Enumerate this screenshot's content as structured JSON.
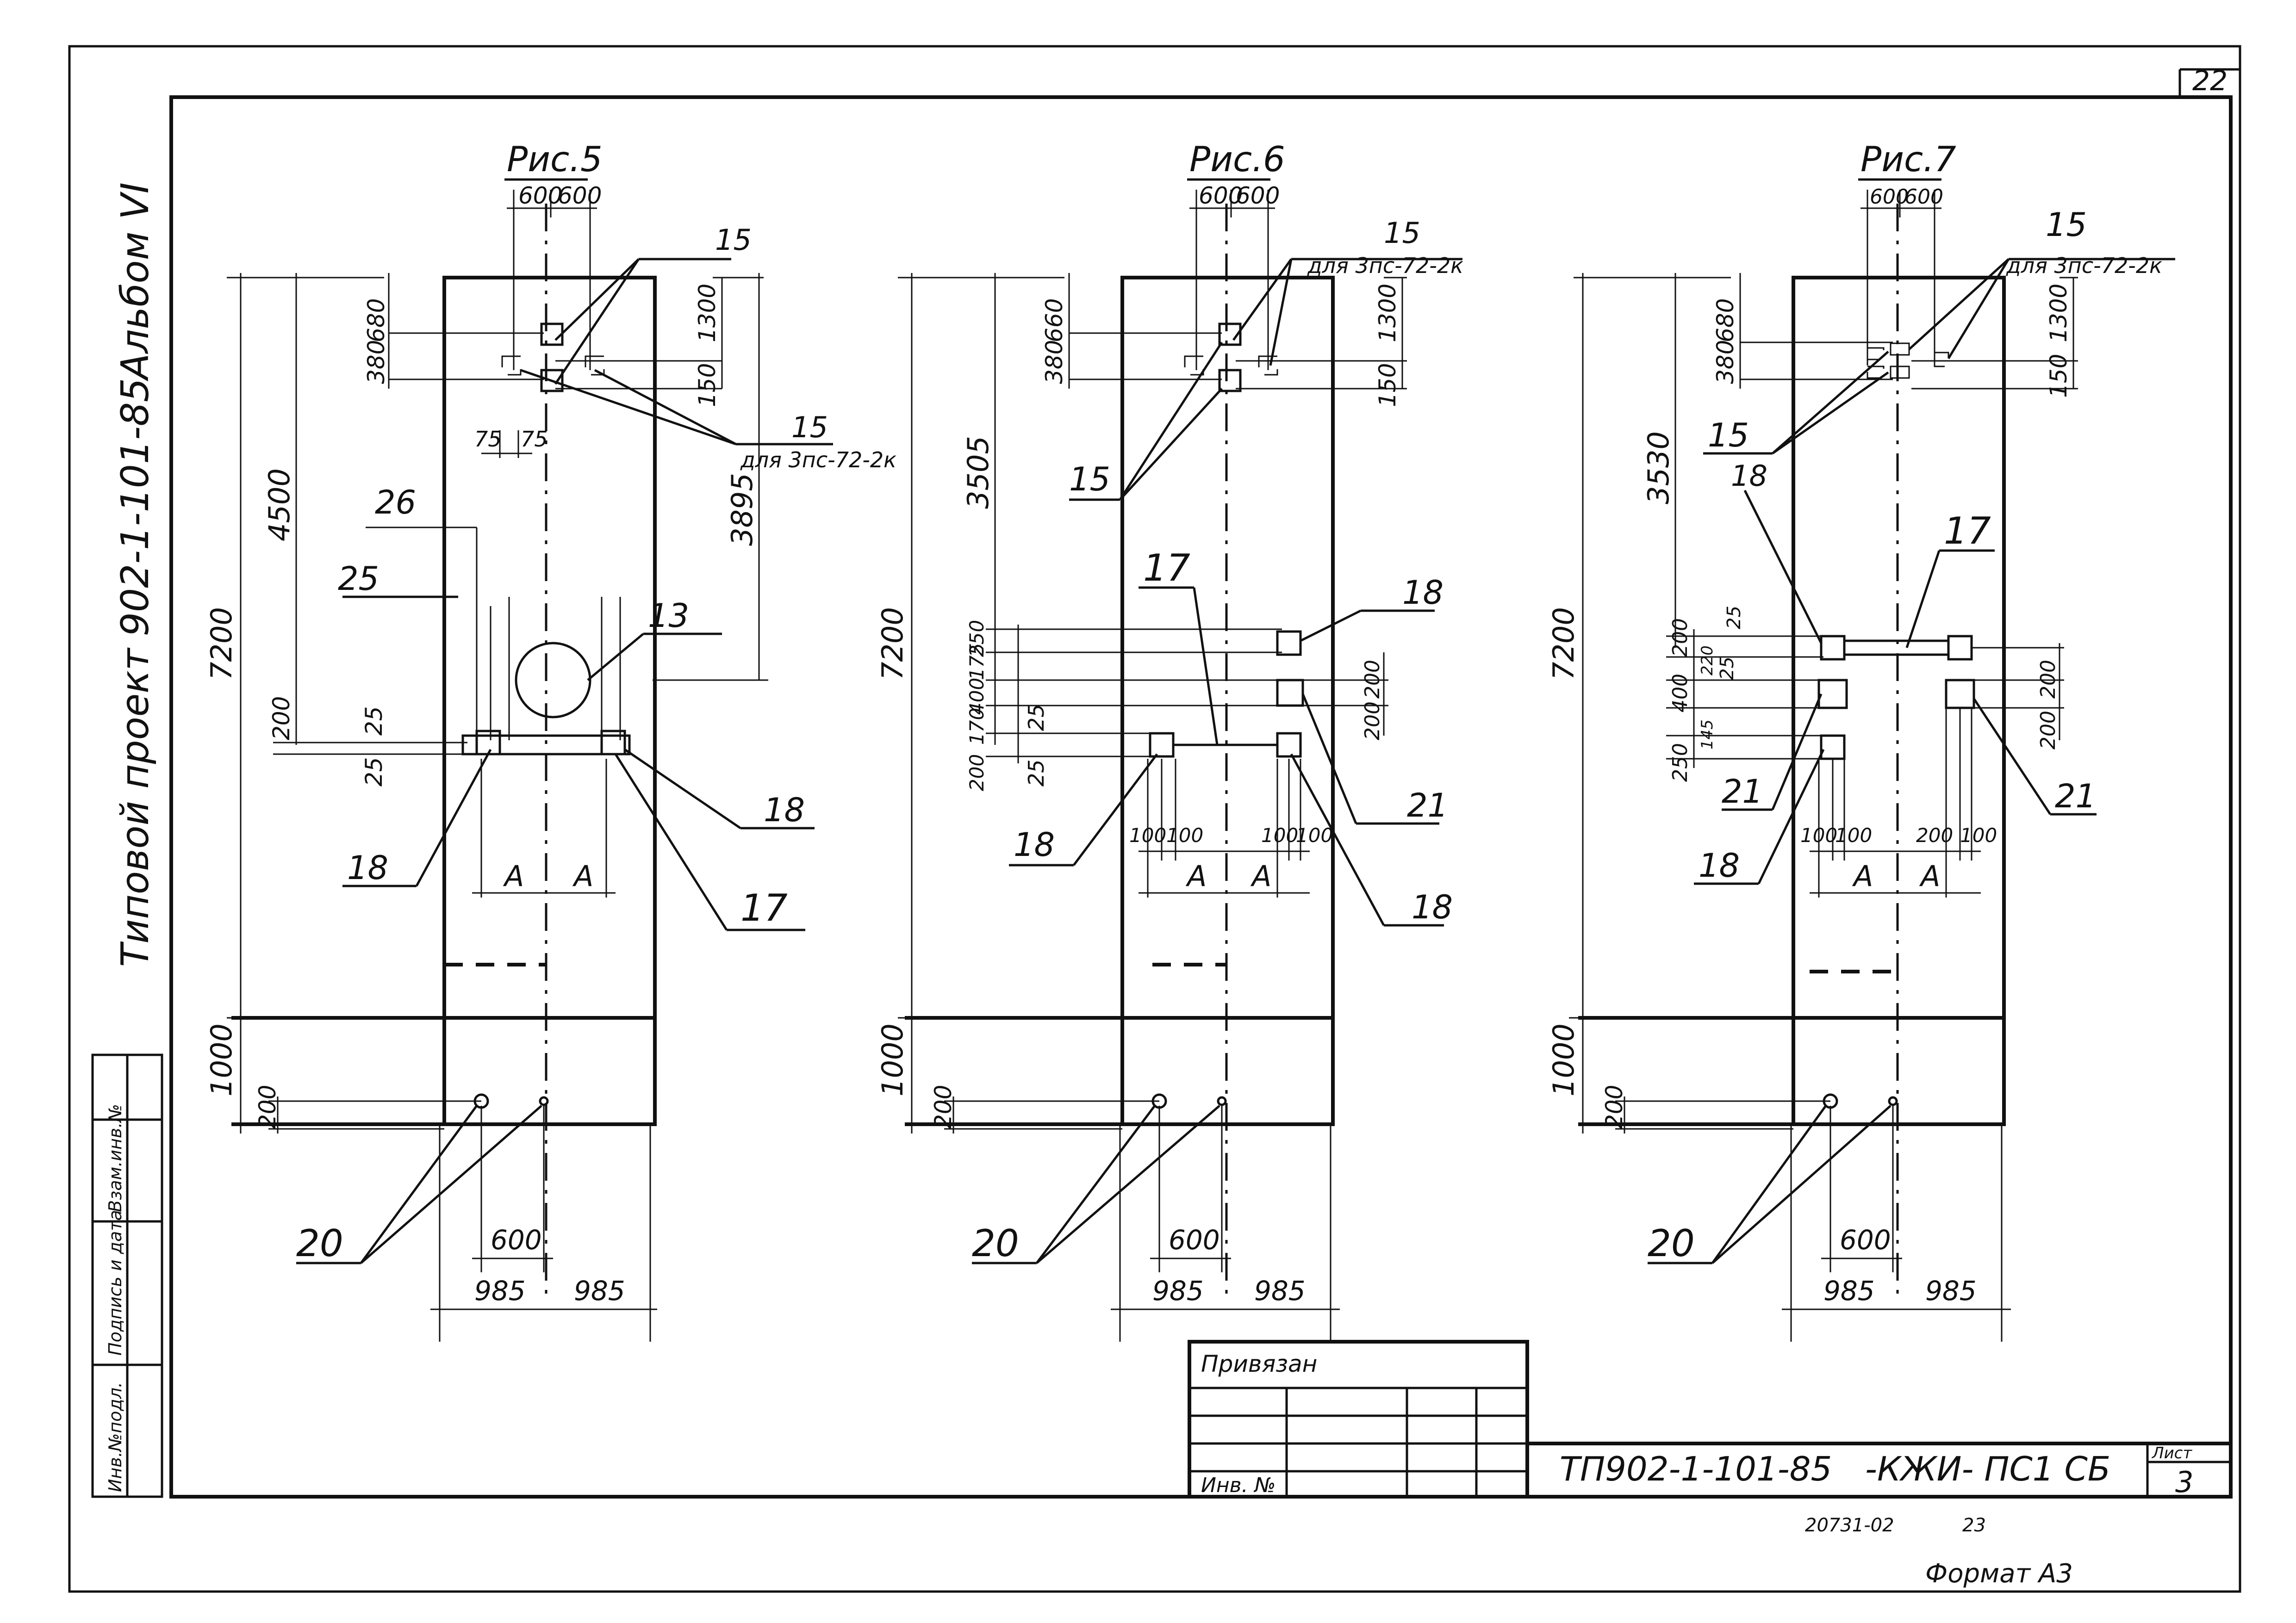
{
  "sheet": {
    "corner_number": "22",
    "side_title": "Типовой проект 902-1-101-85",
    "album": "Альбом VI",
    "side_stamp_cells": [
      "Инв.№подл.",
      "Подпись и дата",
      "Взам.инв.№"
    ],
    "signature": "20731-02",
    "signature_page": "23",
    "format": "Формат А3"
  },
  "stamp": {
    "linked_label": "Привязан",
    "inv_label": "Инв. №",
    "doc_code": "ТП902-1-101-85",
    "doc_suffix": "-КЖИ- ПС1 СБ",
    "sheet_label": "Лист",
    "sheet_number": "3"
  },
  "fig5": {
    "title": "Рис.5",
    "dims": {
      "top_left": "600",
      "top_right": "600",
      "v680": "680",
      "v380": "380",
      "v1300": "1300",
      "v150": "150",
      "v75a": "75",
      "v75b": "75",
      "v4500": "4500",
      "v3895": "3895",
      "v7200": "7200",
      "v200": "200",
      "v25a": "25",
      "v25b": "25",
      "v1000": "1000",
      "v200b": "200",
      "h600": "600",
      "h985a": "985",
      "h985b": "985",
      "a1": "А",
      "a2": "А"
    },
    "callouts": {
      "c15a": "15",
      "c15b": "15",
      "c15b_note": "для 3пс-72-2к",
      "c26": "26",
      "c25": "25",
      "c13": "13",
      "c18a": "18",
      "c18b": "18",
      "c17": "17",
      "c20": "20"
    }
  },
  "fig6": {
    "title": "Рис.6",
    "dims": {
      "top_left": "600",
      "top_right": "600",
      "v660": "660",
      "v380": "380",
      "v1300": "1300",
      "v150": "150",
      "v3505": "3505",
      "v7200": "7200",
      "v250": "250",
      "v175": "175",
      "v400": "400",
      "v170": "170",
      "v200": "200",
      "v25a": "25",
      "v25b": "25",
      "r200a": "200",
      "r200b": "200",
      "h100a": "100",
      "h100b": "100",
      "h100c": "100",
      "h100d": "100",
      "a1": "А",
      "a2": "А",
      "v1000": "1000",
      "v200b": "200",
      "h600": "600",
      "h985a": "985",
      "h985b": "985"
    },
    "callouts": {
      "c15a": "15",
      "c15a_note": "для 3пс-72-2к",
      "c15b": "15",
      "c17": "17",
      "c18a": "18",
      "c18b": "18",
      "c18c": "18",
      "c21": "21",
      "c20": "20"
    }
  },
  "fig7": {
    "title": "Рис.7",
    "dims": {
      "top_left": "600",
      "top_right": "600",
      "v680": "680",
      "v380": "380",
      "v1300": "1300",
      "v150": "150",
      "v3530": "3530",
      "v7200": "7200",
      "v200": "200",
      "v25a": "25",
      "v25b": "25",
      "v220": "220",
      "v400": "400",
      "v145": "145",
      "v250": "250",
      "r200a": "200",
      "r200b": "200",
      "h100a": "100",
      "h100b": "100",
      "h200": "200",
      "h100c": "100",
      "a1": "А",
      "a2": "А",
      "v1000": "1000",
      "v200b": "200",
      "h600": "600",
      "h985a": "985",
      "h985b": "985"
    },
    "callouts": {
      "c15a": "15",
      "c15a_note": "для 3пс-72-2к",
      "c15b": "15",
      "c17": "17",
      "c18a": "18",
      "c18b": "18",
      "c21a": "21",
      "c21b": "21",
      "c20": "20"
    }
  }
}
